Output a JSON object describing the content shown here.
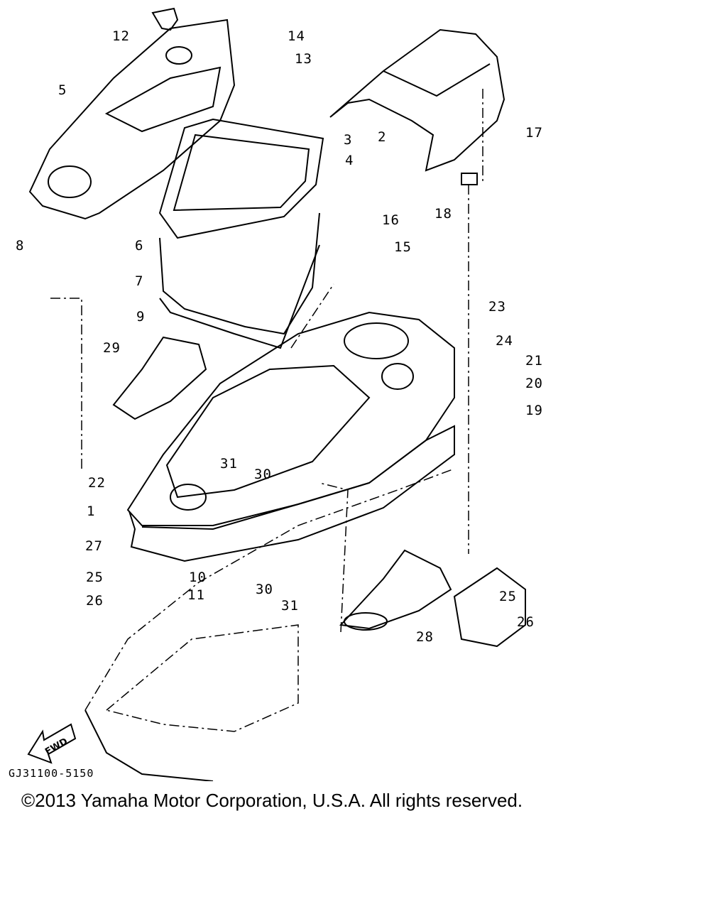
{
  "diagram": {
    "callouts": [
      {
        "id": "c12",
        "text": "12"
      },
      {
        "id": "c14",
        "text": "14"
      },
      {
        "id": "c13",
        "text": "13"
      },
      {
        "id": "c5",
        "text": "5"
      },
      {
        "id": "c17",
        "text": "17"
      },
      {
        "id": "c3",
        "text": "3"
      },
      {
        "id": "c2",
        "text": "2"
      },
      {
        "id": "c4",
        "text": "4"
      },
      {
        "id": "c16",
        "text": "16"
      },
      {
        "id": "c15",
        "text": "15"
      },
      {
        "id": "c18",
        "text": "18"
      },
      {
        "id": "c8",
        "text": "8"
      },
      {
        "id": "c6",
        "text": "6"
      },
      {
        "id": "c7",
        "text": "7"
      },
      {
        "id": "c9",
        "text": "9"
      },
      {
        "id": "c23",
        "text": "23"
      },
      {
        "id": "c24",
        "text": "24"
      },
      {
        "id": "c21",
        "text": "21"
      },
      {
        "id": "c20",
        "text": "20"
      },
      {
        "id": "c19",
        "text": "19"
      },
      {
        "id": "c29",
        "text": "29"
      },
      {
        "id": "c31a",
        "text": "31"
      },
      {
        "id": "c30a",
        "text": "30"
      },
      {
        "id": "c22",
        "text": "22"
      },
      {
        "id": "c1",
        "text": "1"
      },
      {
        "id": "c27",
        "text": "27"
      },
      {
        "id": "c25a",
        "text": "25"
      },
      {
        "id": "c10",
        "text": "10"
      },
      {
        "id": "c26a",
        "text": "26"
      },
      {
        "id": "c11",
        "text": "11"
      },
      {
        "id": "c30b",
        "text": "30"
      },
      {
        "id": "c31b",
        "text": "31"
      },
      {
        "id": "c28",
        "text": "28"
      },
      {
        "id": "c25b",
        "text": "25"
      },
      {
        "id": "c26b",
        "text": "26"
      }
    ],
    "fwd_label": "FWD",
    "drawing_code": "GJ31100-5150"
  },
  "footer": {
    "copyright": "©2013 Yamaha Motor Corporation, U.S.A. All rights reserved."
  }
}
